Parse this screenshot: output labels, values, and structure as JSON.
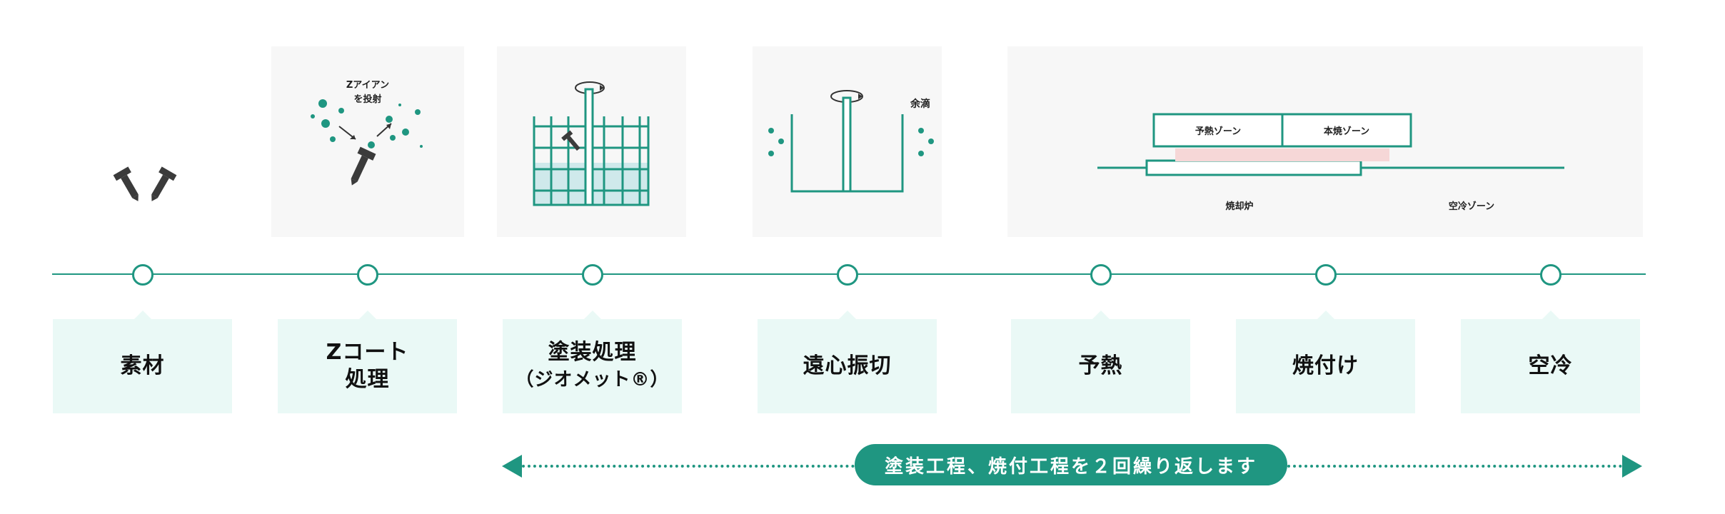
{
  "steps": [
    {
      "label": "素材"
    },
    {
      "label_line1": "Zコート",
      "label_line2": "処理"
    },
    {
      "label_line1": "塗装処理",
      "label_line2": "（ジオメット®）"
    },
    {
      "label": "遠心振切"
    },
    {
      "label": "予熱"
    },
    {
      "label": "焼付け"
    },
    {
      "label": "空冷"
    }
  ],
  "illustrations": {
    "zcoat_text_line1": "Zアイアン",
    "zcoat_text_line2": "を投射",
    "centrifuge_text": "余滴",
    "furnace": {
      "preheat_zone": "予熱ゾーン",
      "bake_zone": "本焼ゾーン",
      "furnace_label": "焼却炉",
      "cool_zone": "空冷ゾーン"
    }
  },
  "repeat_note": "塗装工程、焼付工程を２回繰り返します",
  "colors": {
    "accent": "#1f9681",
    "label_bg": "#eaf9f6",
    "panel_bg": "#f7f7f7",
    "screw": "#3b3b3b",
    "heat": "#f6d7d7"
  }
}
